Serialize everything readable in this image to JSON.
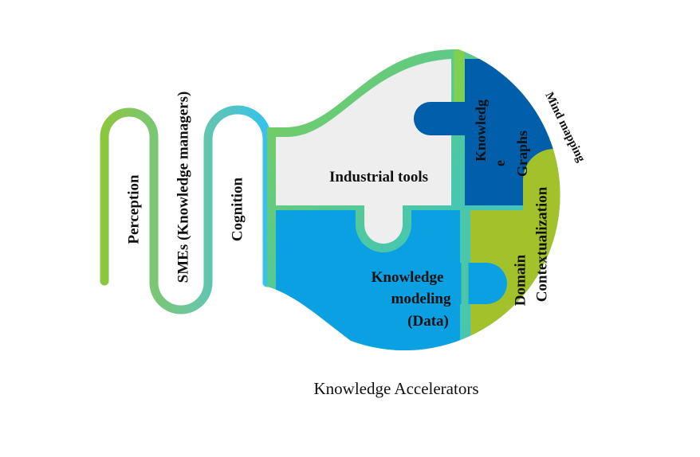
{
  "caption": "Knowledge Accelerators",
  "snake_labels": {
    "perception": "Perception",
    "smes": "SMEs (Knowledge managers)",
    "cognition": "Cognition"
  },
  "puzzle_labels": {
    "industrial_tools": "Industrial tools",
    "knowledge_graphs_line1": "Knowledg",
    "knowledge_graphs_line2": "e",
    "knowledge_graphs_line3": "Graphs",
    "mind_mapping": "Mind mapping",
    "domain_line1": "Domain",
    "domain_line2": "Contextualization",
    "modeling_line1": "Knowledge",
    "modeling_line2": "modeling",
    "modeling_line3": "(Data)"
  },
  "colors": {
    "lime": "#8cc63f",
    "teal": "#4cc3b0",
    "cyan": "#29c4f0",
    "piece_gray": "#eeeeee",
    "piece_navy": "#005eab",
    "piece_sky": "#0aa0e2",
    "piece_olive": "#a3c12a"
  }
}
